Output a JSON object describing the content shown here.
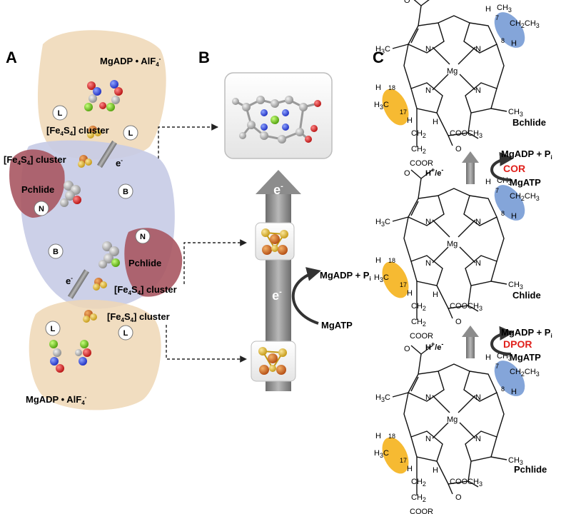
{
  "panels": {
    "A": {
      "letter": "A",
      "top_complex": "MgADP • AlF",
      "bottom_complex": "MgADP • AlF",
      "complex_sub": "4",
      "complex_sup": "-",
      "cluster_prefix": "[Fe",
      "cluster_s": "S",
      "cluster_suffix": "] cluster",
      "cluster_sub": "4",
      "pchlide": "Pchlide",
      "electron": "e",
      "electron_sup": "-",
      "subunits": {
        "L": "L",
        "B": "B",
        "N": "N"
      }
    },
    "B": {
      "letter": "B",
      "electron": "e",
      "electron_sup": "-",
      "mgadp_pi": "MgADP + P",
      "pi_sub": "i",
      "mgatp": "MgATP"
    },
    "C": {
      "letter": "C",
      "compounds": [
        "Bchlide",
        "Chlide",
        "Pchlide"
      ],
      "enzymes": [
        "COR",
        "DPOR"
      ],
      "h_e": "H",
      "h_e_rest": "/e",
      "mgadp_pi": "MgADP + P",
      "pi_sub": "i",
      "mgatp": "MgATP",
      "atoms": {
        "N": "N",
        "Mg": "Mg",
        "O": "O",
        "H": "H",
        "H3C": "H",
        "CH3": "CH",
        "CH2": "CH",
        "CH2CH3": "CH",
        "COOR": "COOR",
        "COOCH3": "COOCH",
        "three": "3",
        "two": "2",
        "pos7": "7",
        "pos8": "8",
        "pos17": "17",
        "pos18": "18"
      }
    }
  },
  "colors": {
    "enzyme_label": "#e0201b",
    "highlight_blue": "#6f95d2",
    "highlight_orange": "#f5b21c",
    "protein_L": "#efd7b5",
    "protein_B": "#c6cbe6",
    "protein_N": "#a85662",
    "arrow_gray": "#8c8c8c"
  }
}
